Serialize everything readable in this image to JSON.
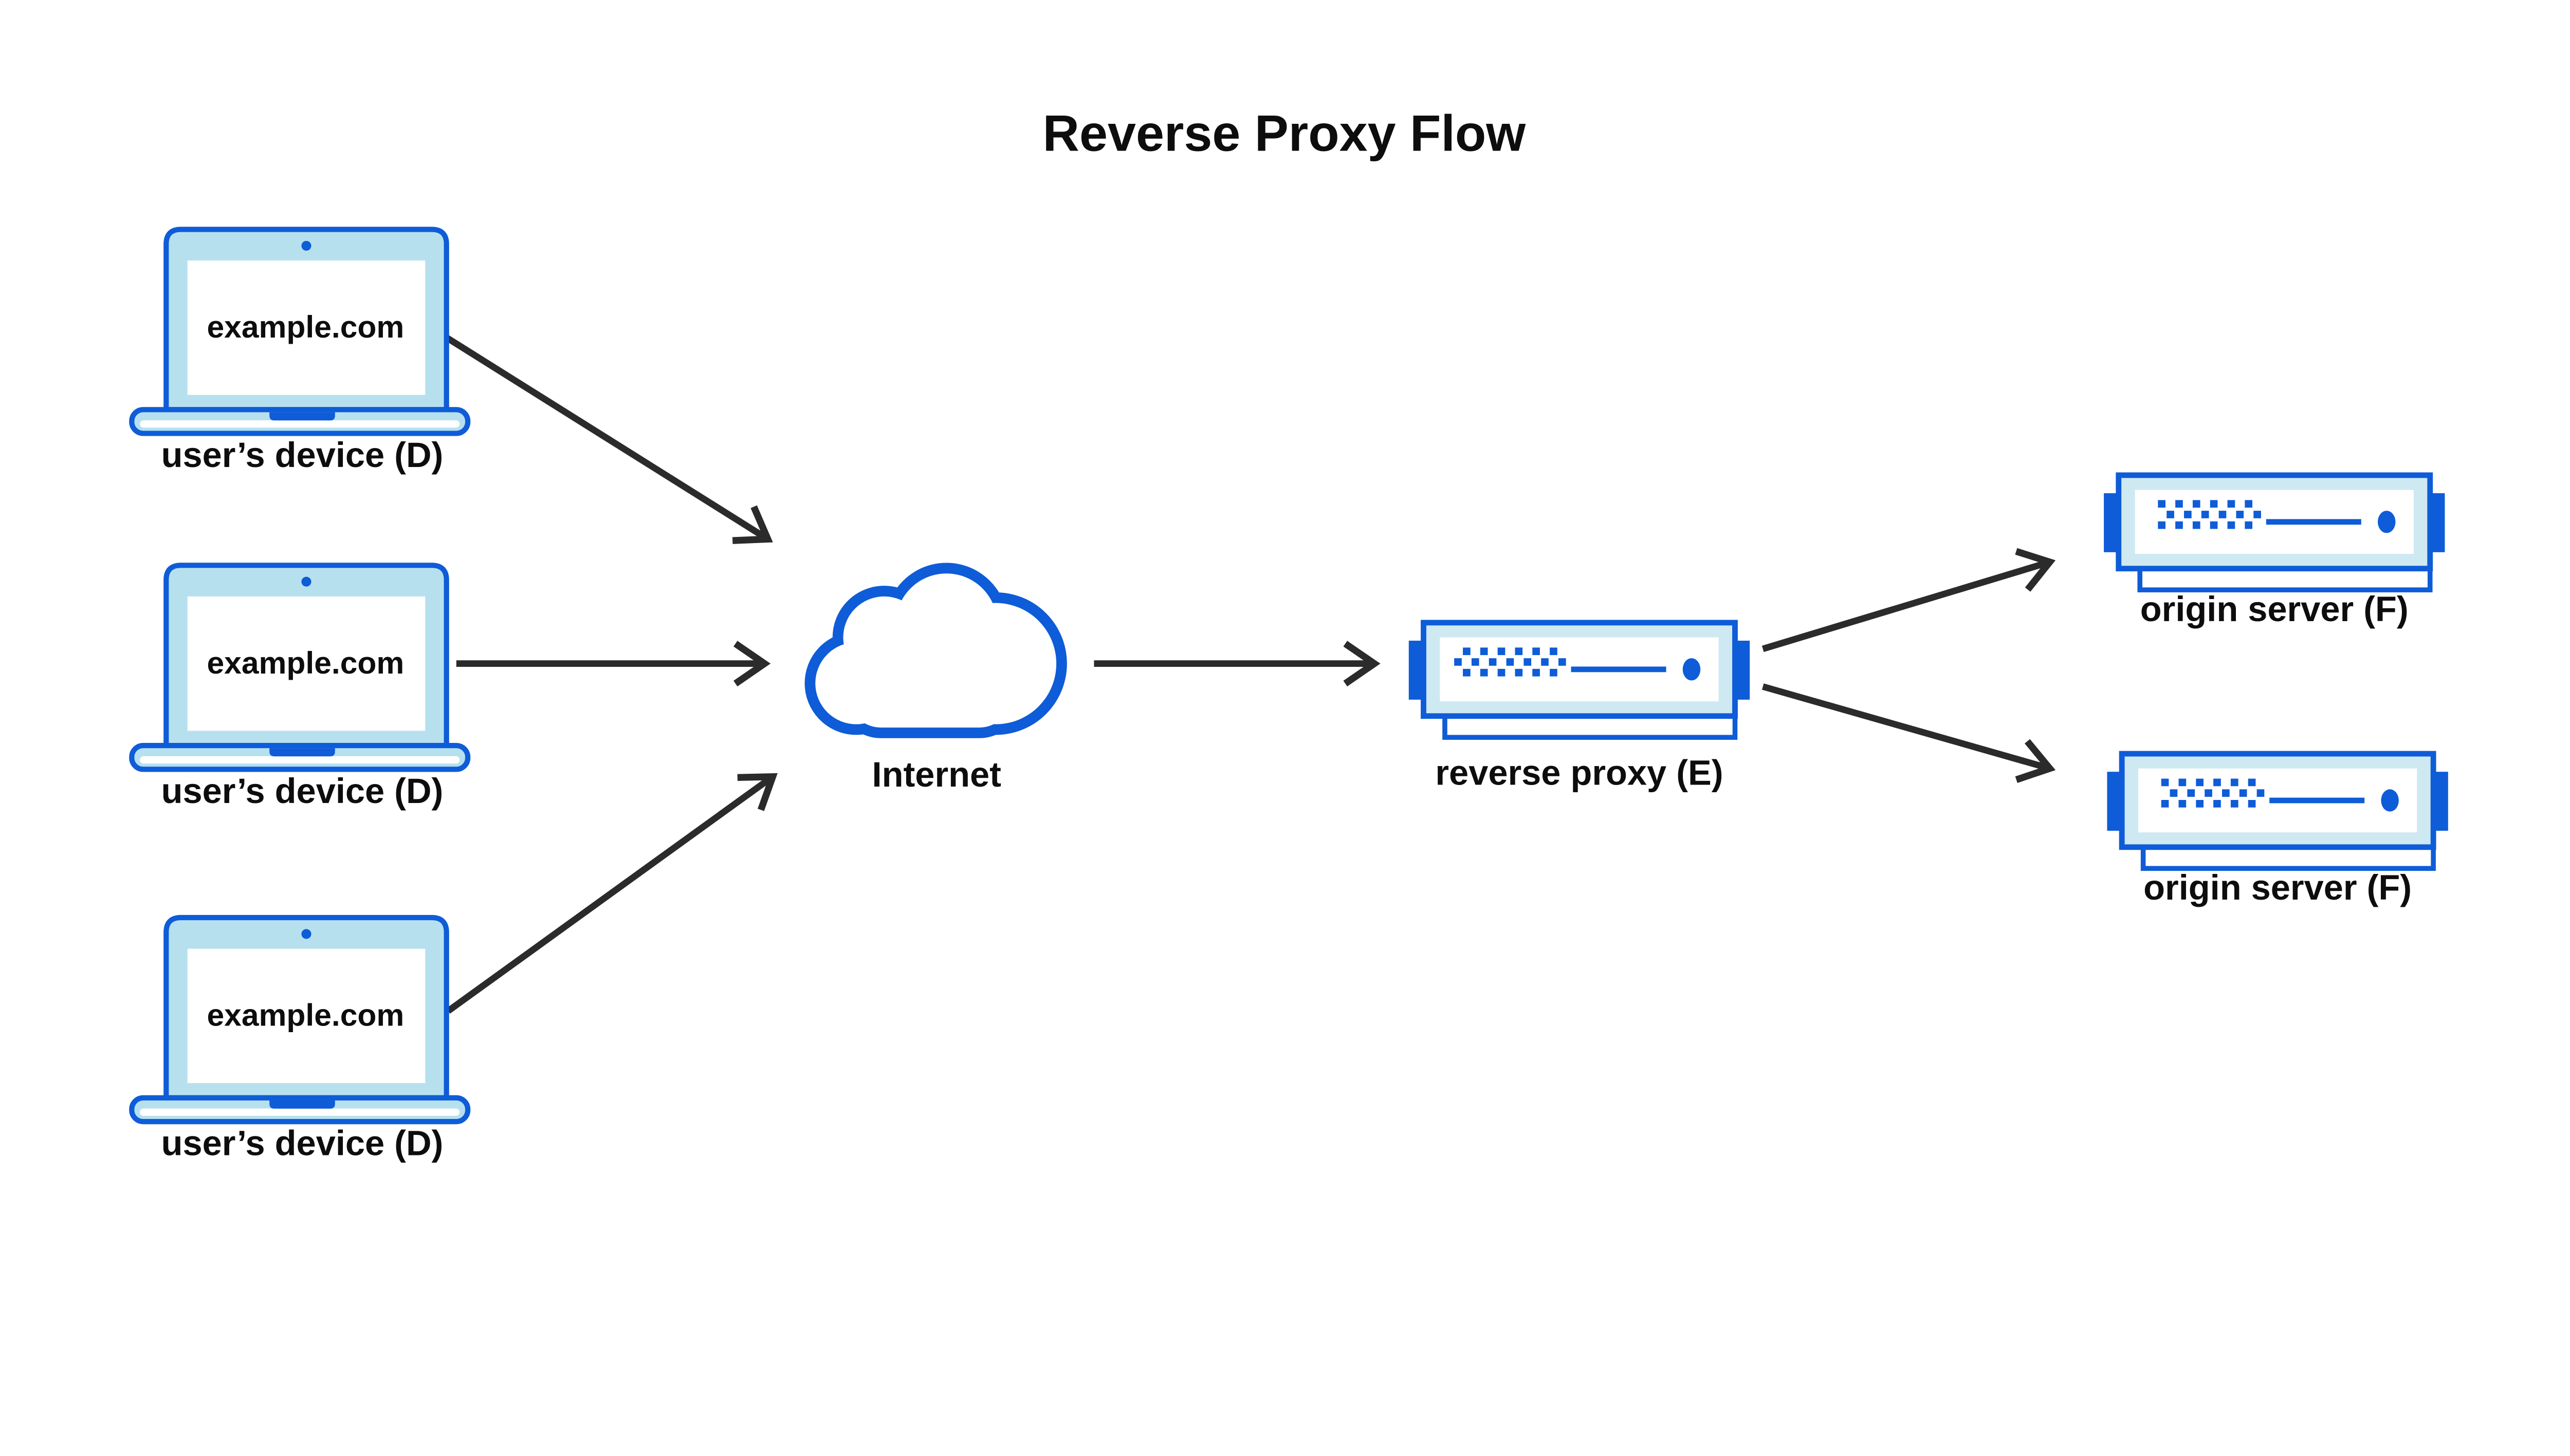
{
  "title": "Reverse Proxy Flow",
  "colors": {
    "accent_blue": "#0e5cd8",
    "laptop_body_fill": "#b7e0ef",
    "server_body_fill": "#cfe9f2",
    "screen_fill": "#ffffff",
    "arrow_black": "#2b2b2b",
    "text_black": "#0d0d0d",
    "background": "#ffffff"
  },
  "icons": {
    "user_device": "laptop-icon",
    "internet": "cloud-icon",
    "reverse_proxy": "server-icon",
    "origin_server": "server-icon"
  },
  "nodes": {
    "device1": {
      "screen_text": "example.com",
      "label": "user’s device (D)"
    },
    "device2": {
      "screen_text": "example.com",
      "label": "user’s device (D)"
    },
    "device3": {
      "screen_text": "example.com",
      "label": "user’s device (D)"
    },
    "internet": {
      "label": "Internet"
    },
    "reverse_proxy": {
      "label": "reverse proxy (E)"
    },
    "origin1": {
      "label": "origin server (F)"
    },
    "origin2": {
      "label": "origin server (F)"
    }
  },
  "edges": [
    {
      "from": "device1",
      "to": "internet"
    },
    {
      "from": "device2",
      "to": "internet"
    },
    {
      "from": "device3",
      "to": "internet"
    },
    {
      "from": "internet",
      "to": "reverse_proxy"
    },
    {
      "from": "reverse_proxy",
      "to": "origin1"
    },
    {
      "from": "reverse_proxy",
      "to": "origin2"
    }
  ]
}
